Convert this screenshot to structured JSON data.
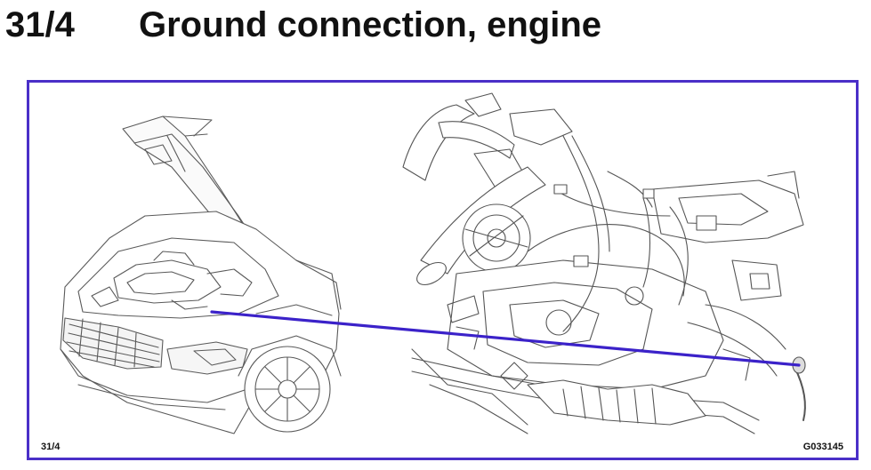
{
  "header": {
    "number": "31/4",
    "title": "Ground connection, engine"
  },
  "figure": {
    "reference": "31/4",
    "code": "G033145",
    "frame_color": "#4a2fc8",
    "pointer_color": "#3b22c9",
    "drawing_color": "#555555",
    "left_illustration": "car-front-open-hood",
    "right_illustration": "engine-ground-connection-detail"
  }
}
